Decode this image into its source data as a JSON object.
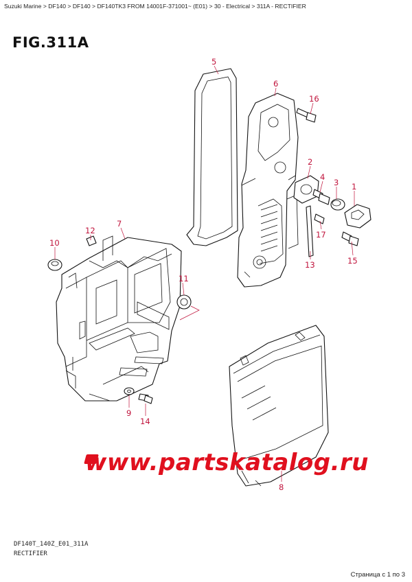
{
  "breadcrumb": [
    "Suzuki Marine",
    "DF140",
    "DF140",
    "DF140TK3 FROM 14001F-371001~ (E01)",
    "30 - Electrical",
    "311A - RECTIFIER"
  ],
  "breadcrumb_separator": " > ",
  "figure_title": "FIG.311A",
  "callouts": [
    "1",
    "2",
    "3",
    "4",
    "5",
    "6",
    "7",
    "8",
    "9",
    "10",
    "11",
    "12",
    "13",
    "14",
    "15",
    "16",
    "17"
  ],
  "watermark": "www.partskatalog.ru",
  "footer": {
    "code": "DF140T_140Z_E01_311A",
    "name": "RECTIFIER"
  },
  "pager": "Страница с 1 по 3",
  "colors": {
    "callout": "#c0143c",
    "watermark": "#e0101e",
    "line": "#111111"
  }
}
